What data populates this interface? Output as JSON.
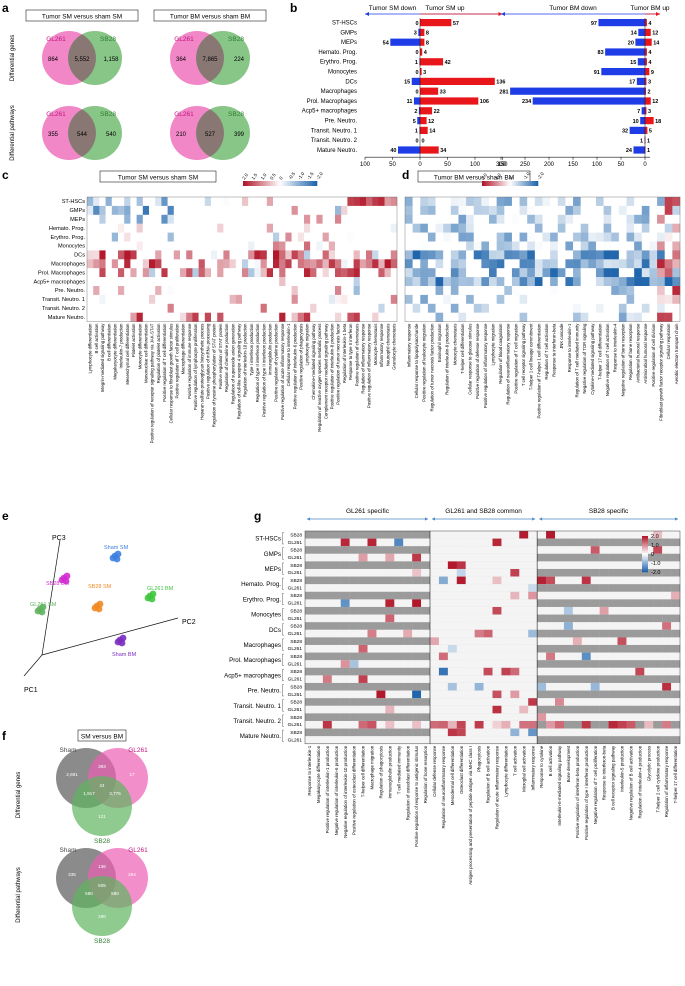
{
  "panels": {
    "a": {
      "letter": "a",
      "titles": [
        "Tumor SM versus sham SM",
        "Tumor BM versus sham BM"
      ],
      "row_labels": [
        "Differential genes",
        "Differential pathways"
      ],
      "venns": [
        {
          "left_name": "GL261",
          "right_name": "SB28",
          "left": "864",
          "mid": "5,552",
          "right": "1,158"
        },
        {
          "left_name": "GL261",
          "right_name": "SB28",
          "left": "364",
          "mid": "7,865",
          "right": "224"
        },
        {
          "left_name": "GL261",
          "right_name": "SB28",
          "left": "355",
          "mid": "544",
          "right": "540"
        },
        {
          "left_name": "GL261",
          "right_name": "SB28",
          "left": "210",
          "mid": "527",
          "right": "399"
        }
      ],
      "colors": {
        "left": "#ec5fb4",
        "right": "#5fb35f",
        "overlap": "#8a6e72"
      }
    },
    "b": {
      "letter": "b"
    },
    "c": {
      "letter": "c",
      "title": "Tumor SM versus sham SM"
    },
    "d": {
      "letter": "d",
      "title": "Tumor BM versus sham BM"
    },
    "e": {
      "letter": "e",
      "axes": [
        "PC1",
        "PC2",
        "PC3"
      ],
      "groups": [
        {
          "name": "Sham SM",
          "color": "#3d7fe0"
        },
        {
          "name": "SB28 BM",
          "color": "#d12bd1"
        },
        {
          "name": "GL261 SM",
          "color": "#5fb35f"
        },
        {
          "name": "SB28 SM",
          "color": "#f08a24"
        },
        {
          "name": "GL261 BM",
          "color": "#3ec53e"
        },
        {
          "name": "Sham BM",
          "color": "#7b2cbf"
        }
      ]
    },
    "f": {
      "letter": "f",
      "title": "SM versus BM",
      "row_labels": [
        "Differential genes",
        "Differential pathways"
      ],
      "set_names": [
        "Sham",
        "GL261",
        "SB28"
      ],
      "genes": [
        "2,691",
        "393",
        "17",
        "1,917",
        "24",
        "3,775",
        "121"
      ],
      "pathways": [
        "335",
        "136",
        "254",
        "580",
        "505",
        "580",
        "290"
      ]
    },
    "g": {
      "letter": "g",
      "groups": [
        "GL261 specific",
        "GL261 and SB28 common",
        "SB28 specific"
      ],
      "subrow": [
        "SB28",
        "GL261"
      ]
    }
  },
  "chart_data": [
    {
      "type": "bar",
      "panel": "b",
      "title": "",
      "header_left": "Tumor SM down",
      "header_right": "Tumor SM up",
      "categories": [
        "ST-HSCs",
        "GMPs",
        "MEPs",
        "Hemato. Prog.",
        "Erythro. Prog.",
        "Monocytes",
        "DCs",
        "Macrophages",
        "Prol. Macrophages",
        "Acp5+ macrophages",
        "Pre. Neutro.",
        "Transit. Neutro. 1",
        "Transit. Neutro. 2",
        "Mature Neutro."
      ],
      "series": [
        {
          "name": "Tumor SM down",
          "color": "#1f3de6",
          "values": [
            0,
            3,
            54,
            0,
            1,
            0,
            15,
            0,
            11,
            2,
            5,
            1,
            0,
            40
          ]
        },
        {
          "name": "Tumor SM up",
          "color": "#e8161b",
          "values": [
            57,
            8,
            8,
            4,
            42,
            3,
            136,
            33,
            106,
            22,
            12,
            14,
            0,
            34
          ]
        }
      ],
      "xticks": [
        "100",
        "50",
        "0",
        "50",
        "100",
        "150"
      ]
    },
    {
      "type": "bar",
      "panel": "b",
      "title": "",
      "header_left": "Tumor BM down",
      "header_right": "Tumor BM up",
      "categories": [
        "ST-HSCs",
        "GMPs",
        "MEPs",
        "Hemato. Prog.",
        "Erythro. Prog.",
        "Monocytes",
        "DCs",
        "Macrophages",
        "Prol. Macrophages",
        "Acp5+ macrophages",
        "Pre. Neutro.",
        "Transit. Neutro. 1",
        "Transit. Neutro. 2",
        "Mature Neutro."
      ],
      "series": [
        {
          "name": "Tumor BM down",
          "color": "#1f3de6",
          "values": [
            97,
            14,
            20,
            83,
            15,
            91,
            17,
            281,
            234,
            7,
            10,
            32,
            1,
            24
          ]
        },
        {
          "name": "Tumor BM up",
          "color": "#e8161b",
          "values": [
            4,
            12,
            14,
            4,
            4,
            9,
            3,
            2,
            12,
            3,
            18,
            5,
            1,
            1
          ]
        }
      ],
      "xticks": [
        "300",
        "250",
        "200",
        "150",
        "100",
        "50",
        "0"
      ]
    },
    {
      "type": "heatmap",
      "panel": "c",
      "title": "Tumor SM versus sham SM",
      "rows": [
        "ST-HSCs",
        "GMPs",
        "MEPs",
        "Hemato. Prog.",
        "Erythro. Prog.",
        "Monocytes",
        "DCs",
        "Macrophages",
        "Prol. Macrophages",
        "Acp5+ macrophages",
        "Pre. Neutro.",
        "Transit. Neutro. 1",
        "Transit. Neutro. 2",
        "Mature Neutro."
      ],
      "columns": [
        "Lymphocyte differentiation",
        "B cell activation",
        "Integrin-mediated signaling pathway",
        "B cell differentiation",
        "Megakaryocyte differentiation",
        "Interleukin-7 production",
        "Mesenchymal cell differentiation",
        "Platelet activation",
        "Monocyte differentiation",
        "Mononuclear cell differentiation",
        "Positive regulation of receptor signaling pathway via JAK-STAT",
        "Regulation of platelet activation",
        "Positive regulation of T cell differentiation",
        "Cellular response to fibroblast growth factor stimulus",
        "Positive regulation of T cell proliferation",
        "Macrophage differentiation",
        "Positive regulation of immune response",
        "Positive regulation of lymphocyte proliferation",
        "Heparan sulfate proteoglycan biosynthetic process",
        "Positive regulation of mRNA processing",
        "Regulation of tyrosine phosphorylation of STAT protein",
        "Positive regulation of STAT protein",
        "Regulation of chemokine production",
        "Regulation of superoxide anion generation",
        "Regulation of toll-like receptor 4 signaling pathway",
        "Regulation of interleukin-10 production",
        "Type I interferon production",
        "Regulation of type II interferon production",
        "Positive regulation of type II interferon production",
        "Immunoglobulin production",
        "Positive regulation of cytokine production",
        "Positive regulation of acute inflammatory response",
        "Cellular response to interleukin-1",
        "Positive regulation of interleukin-6 production",
        "Positive regulation of phagocytosis",
        "Lymphocyte migration",
        "Chemokine-mediated signaling pathway",
        "Regulation of reactive oxygen species metabolic process",
        "Complement receptor mediated signaling pathway",
        "Positive regulation of interleukin-8 production",
        "Positive regulation of tumor necrosis factor",
        "Regulation of interleukin-1 beta",
        "Response to type II interferon",
        "Positive regulation of chemotaxis",
        "Regulation of inflammatory response",
        "Positive regulation of inflammatory response",
        "Monocyte chemotaxis",
        "Inflammatory response",
        "Neutrophil chemotaxis",
        "Granulocyte chemotaxis"
      ],
      "legend_ticks": [
        "2.0",
        "1.5",
        "1.0",
        "0.5",
        "0",
        "-0.5",
        "-1.0",
        "-1.5",
        "-2.0"
      ]
    },
    {
      "type": "heatmap",
      "panel": "d",
      "title": "Tumor BM versus sham BM",
      "rows": [
        "ST-HSCs",
        "GMPs",
        "MEPs",
        "Hemato. Prog.",
        "Erythro. Prog.",
        "Monocytes",
        "DCs",
        "Macrophages",
        "Prol. Macrophages",
        "Acp5+ macrophages",
        "Pre. Neutro.",
        "Transit. Neutro. 1",
        "Transit. Neutro. 2",
        "Mature Neutro."
      ],
      "columns": [
        "Inflammatory response",
        "Cellular response to lipopolysaccharide",
        "Positive regulation of leukocyte migration",
        "Regulation of tumor necrosis factor production",
        "Eosinophil migration",
        "Regulation of interleukin-8 production",
        "Monocyte chemotaxis",
        "T-helper cell differentiation",
        "Cellular response to glucose stimulus",
        "Positive regulation of defense response",
        "Positive regulation of inflammatory response",
        "Lymphocyte migration",
        "Regulation of blood coagulation",
        "Regulation of neuroinflammatory response",
        "Positive regulation of T cell migration",
        "T cell receptor signaling pathway",
        "T-helper 1 cell lineage commitment",
        "Positive regulation of T-helper 1 cell differentiation",
        "Regulation of T cell activation",
        "Response to interferon-beta",
        "JNK cascade",
        "Response to interleukin-1",
        "Regulation of T cell mediated immunity",
        "Negative regulation of TOR signaling",
        "Cytokine-mediated signaling pathway",
        "T-helper 17 cell differentiation",
        "Negative regulation of T cell activation",
        "Response to interleukin-4",
        "Negative regulation of bone resorption",
        "Regulation of bone resorption",
        "Antibacterial humoral response",
        "Antimicrobial humoral response",
        "Positive regulation of cell division",
        "Fibroblast growth factor receptor signaling pathway",
        "Cellular respiration",
        "Aerobic electron transport chain"
      ],
      "legend_ticks": [
        "2.0",
        "1.0",
        "0",
        "-1.0",
        "-2.0"
      ]
    },
    {
      "type": "scatter",
      "panel": "e",
      "title": "",
      "axes": [
        "PC1",
        "PC2",
        "PC3"
      ],
      "series": [
        {
          "name": "Sham SM"
        },
        {
          "name": "SB28 BM"
        },
        {
          "name": "GL261 SM"
        },
        {
          "name": "SB28 SM"
        },
        {
          "name": "GL261 BM"
        },
        {
          "name": "Sham BM"
        }
      ]
    },
    {
      "type": "heatmap",
      "panel": "g",
      "title": "",
      "groups": [
        "GL261 specific",
        "GL261 and SB28 common",
        "SB28 specific"
      ],
      "rows": [
        "ST-HSCs",
        "GMPs",
        "MEPs",
        "Hemato. Prog.",
        "Erythro. Prog.",
        "Monocytes",
        "DCs",
        "Macrophages",
        "Prol. Macrophages",
        "Acp5+ macrophages",
        "Pre. Neutro.",
        "Transit. Neutro. 1",
        "Transit. Neutro. 2",
        "Mature Neutro."
      ],
      "columns": [
        "Response to interleukin-1",
        "Megakaryocyte differentiation",
        "Positive regulation of interleukin-1 production",
        "Negative regulation of interleukin-6 production",
        "Negative regulation of interleukin-10 production",
        "Positive regulation of osteoclast differentiation",
        "T-helper cell differentiation",
        "Macrophage migration",
        "Regulation of phagocytosis",
        "Immunoglobulin production",
        "T cell mediated immunity",
        "Regulation of osteoblast differentiation",
        "Positive regulation of response to antigenic stimulus",
        "Regulation of bone resorption",
        "Cellular defense response",
        "Regulation of neuroinflammatory response",
        "Mesodermal cell differentiation",
        "Osteoclast differentiation",
        "Antigen processing and presentation of peptide antigen via MHC class I",
        "Phagocytosis",
        "Regulation of B cell activation",
        "Regulation of acute inflammatory response",
        "Lymphocyte differentiation",
        "T cell activation",
        "Microglial cell activation",
        "Inflammatory response",
        "Response to cytokine",
        "B cell activation",
        "Interleukin-6-mediated signaling pathway",
        "Bone development",
        "Positive regulation of interferon-beta production",
        "Positive regulation of type I interferon production",
        "Negative regulation of T cell proliferation",
        "Response to interferon-beta",
        "B cell receptor signaling pathway",
        "Interleukin-5 production",
        "Negative regulation of B cell activation",
        "Regulation of interleukin-4 production",
        "Glycolytic process",
        "T-helper 2 cell cytokine production",
        "Regulation of inflammatory response",
        "T-helper 17 cell differentiation"
      ],
      "legend_ticks": [
        "2.0",
        "1.0",
        "0",
        "-1.0",
        "-2.0"
      ]
    }
  ]
}
